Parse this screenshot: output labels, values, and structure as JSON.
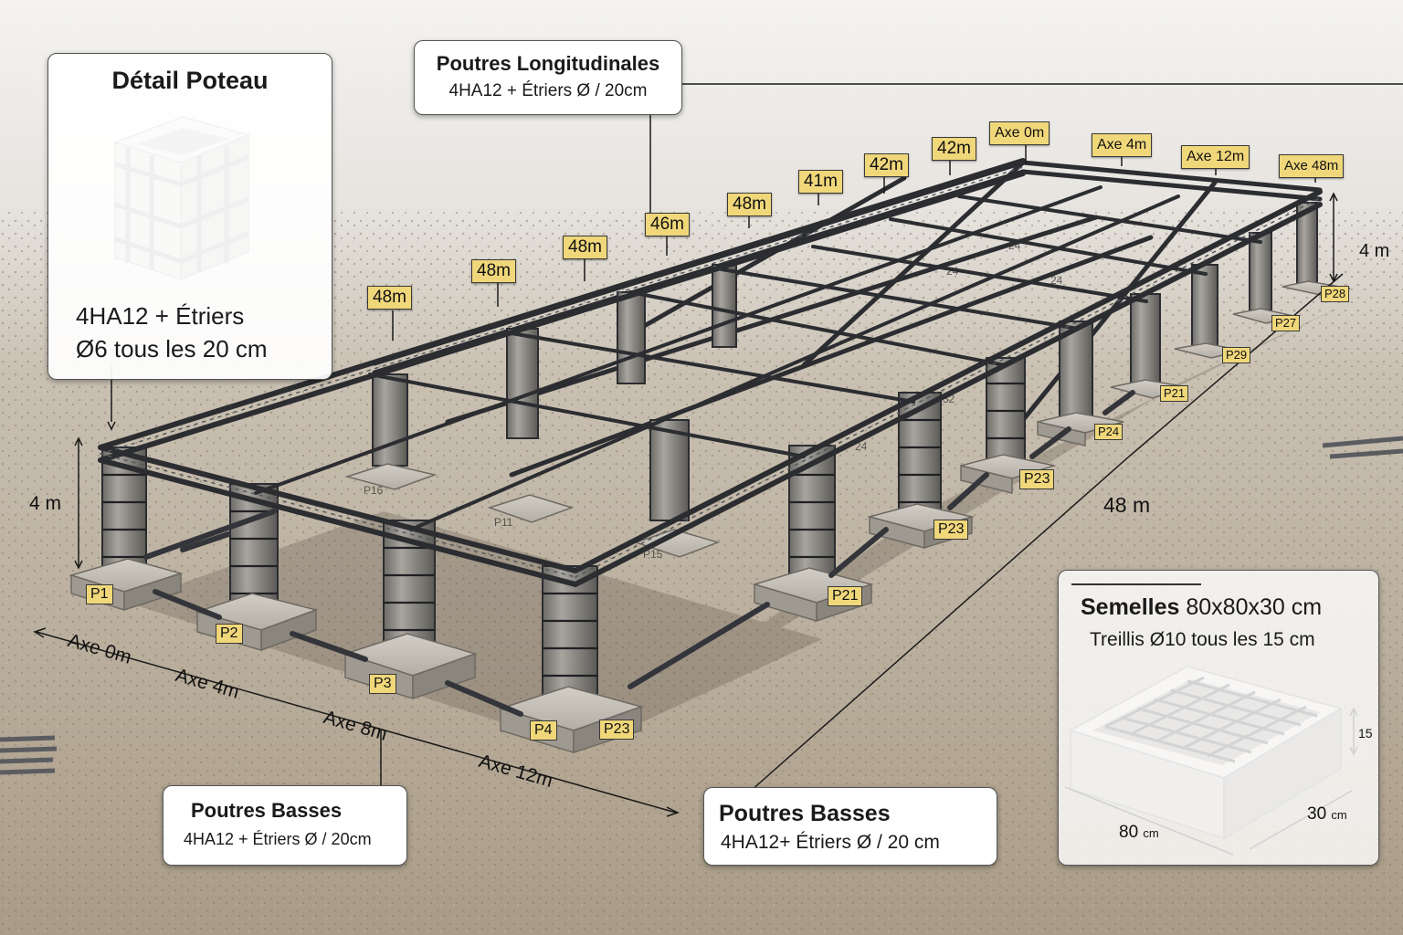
{
  "callouts": {
    "detail_poteau": {
      "title": "Détail Poteau",
      "line1": "4HA12 + Étriers",
      "line2": "Ø6 tous les 20 cm"
    },
    "poutres_longitudinales": {
      "title": "Poutres Longitudinales",
      "subtitle": "4HA12 + Étriers Ø / 20cm"
    },
    "poutres_basses_left": {
      "title": "Poutres Basses",
      "subtitle": "4HA12 + Étriers Ø / 20cm"
    },
    "poutres_basses_right": {
      "title": "Poutres Basses",
      "subtitle": "4HA12+ Étriers  Ø  / 20 cm"
    },
    "semelles": {
      "title": "Semelles",
      "size": "80x80x30 cm",
      "treillis_label": "Treillis",
      "treillis_spec": "Ø10 tous les 15 cm",
      "dim_80": "80",
      "dim_30": "30",
      "dim_unit": "cm",
      "dim_15": "15"
    }
  },
  "length_tags": [
    "48m",
    "48m",
    "48m",
    "46m",
    "48m",
    "41m",
    "42m",
    "42m"
  ],
  "axis_tags": [
    "Axe 0m",
    "Axe 4m",
    "Axe 12m",
    "Axe 48m"
  ],
  "ground_axes": [
    "Axe 0m",
    "Axe 4m",
    "Axe 8m",
    "Axe 12m"
  ],
  "dimensions": {
    "height_left": "4 m",
    "height_right": "4 m",
    "length_right": "48 m"
  },
  "pier_tags": [
    "P1",
    "P2",
    "P3",
    "P4",
    "P23",
    "P21",
    "P23",
    "P23",
    "P24",
    "P21",
    "P29",
    "P27",
    "P28"
  ],
  "ghost_labels": [
    "P16",
    "P11",
    "P15",
    "24",
    "32",
    "24",
    "24",
    "24"
  ],
  "colors": {
    "tag_fill": "#f0d77a",
    "rebar": "#2b2d31",
    "concrete": "#b9b5ad",
    "ground": "#b4a794"
  }
}
